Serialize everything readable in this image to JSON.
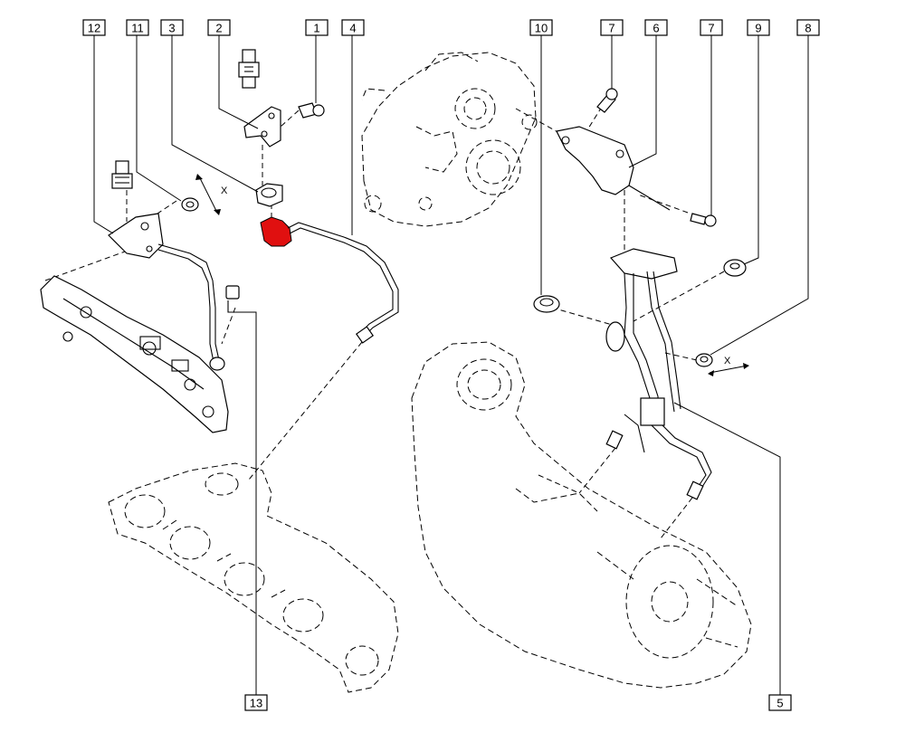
{
  "diagram": {
    "highlight_color": "#e01010",
    "x_mark": "X",
    "callouts": [
      {
        "id": "12",
        "label": "12"
      },
      {
        "id": "11",
        "label": "11"
      },
      {
        "id": "3",
        "label": "3"
      },
      {
        "id": "2",
        "label": "2"
      },
      {
        "id": "1",
        "label": "1"
      },
      {
        "id": "4",
        "label": "4"
      },
      {
        "id": "10",
        "label": "10"
      },
      {
        "id": "7a",
        "label": "7"
      },
      {
        "id": "6",
        "label": "6"
      },
      {
        "id": "7b",
        "label": "7"
      },
      {
        "id": "9",
        "label": "9"
      },
      {
        "id": "8",
        "label": "8"
      },
      {
        "id": "13",
        "label": "13"
      },
      {
        "id": "5",
        "label": "5"
      }
    ]
  }
}
